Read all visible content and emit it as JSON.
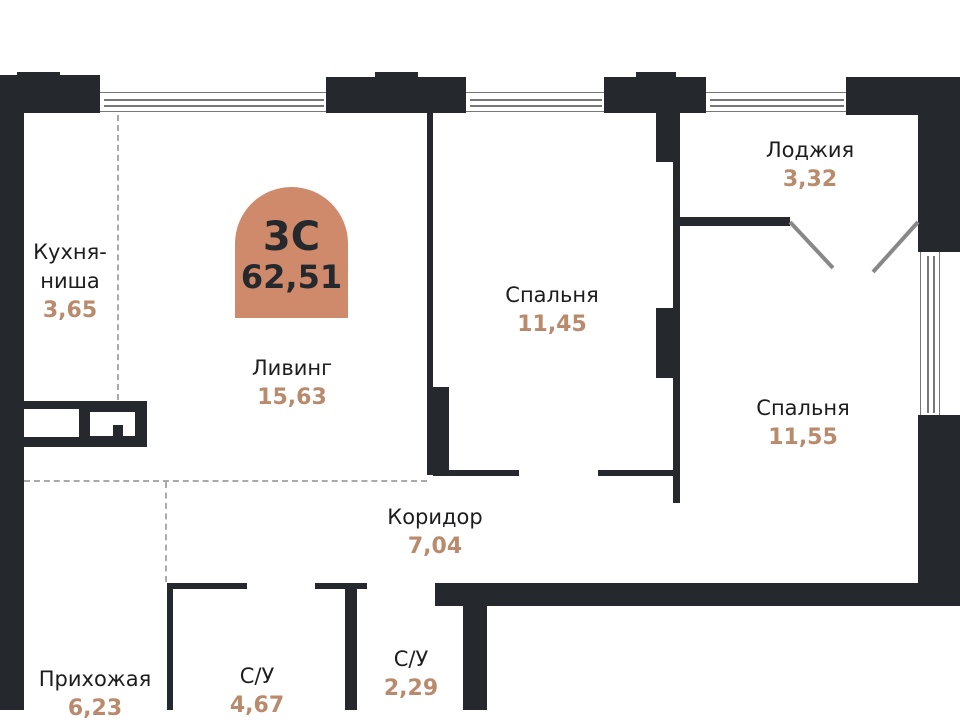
{
  "plan": {
    "type": "3С",
    "total_area": "62,51"
  },
  "rooms": [
    {
      "name": "Кухня-\nниша",
      "name_line1": "Кухня-",
      "name_line2": "ниша",
      "area": "3,65"
    },
    {
      "name": "Ливинг",
      "area": "15,63"
    },
    {
      "name": "Спальня",
      "area": "11,45"
    },
    {
      "name": "Лоджия",
      "area": "3,32"
    },
    {
      "name": "Спальня",
      "area": "11,55"
    },
    {
      "name": "Коридор",
      "area": "7,04"
    },
    {
      "name": "Прихожая",
      "area": "6,23"
    },
    {
      "name": "С/У",
      "area": "4,67"
    },
    {
      "name": "С/У",
      "area": "2,29"
    }
  ],
  "colors": {
    "wall": "#25282c",
    "accent": "#cf8a6c",
    "area_text": "#b98a6c"
  }
}
